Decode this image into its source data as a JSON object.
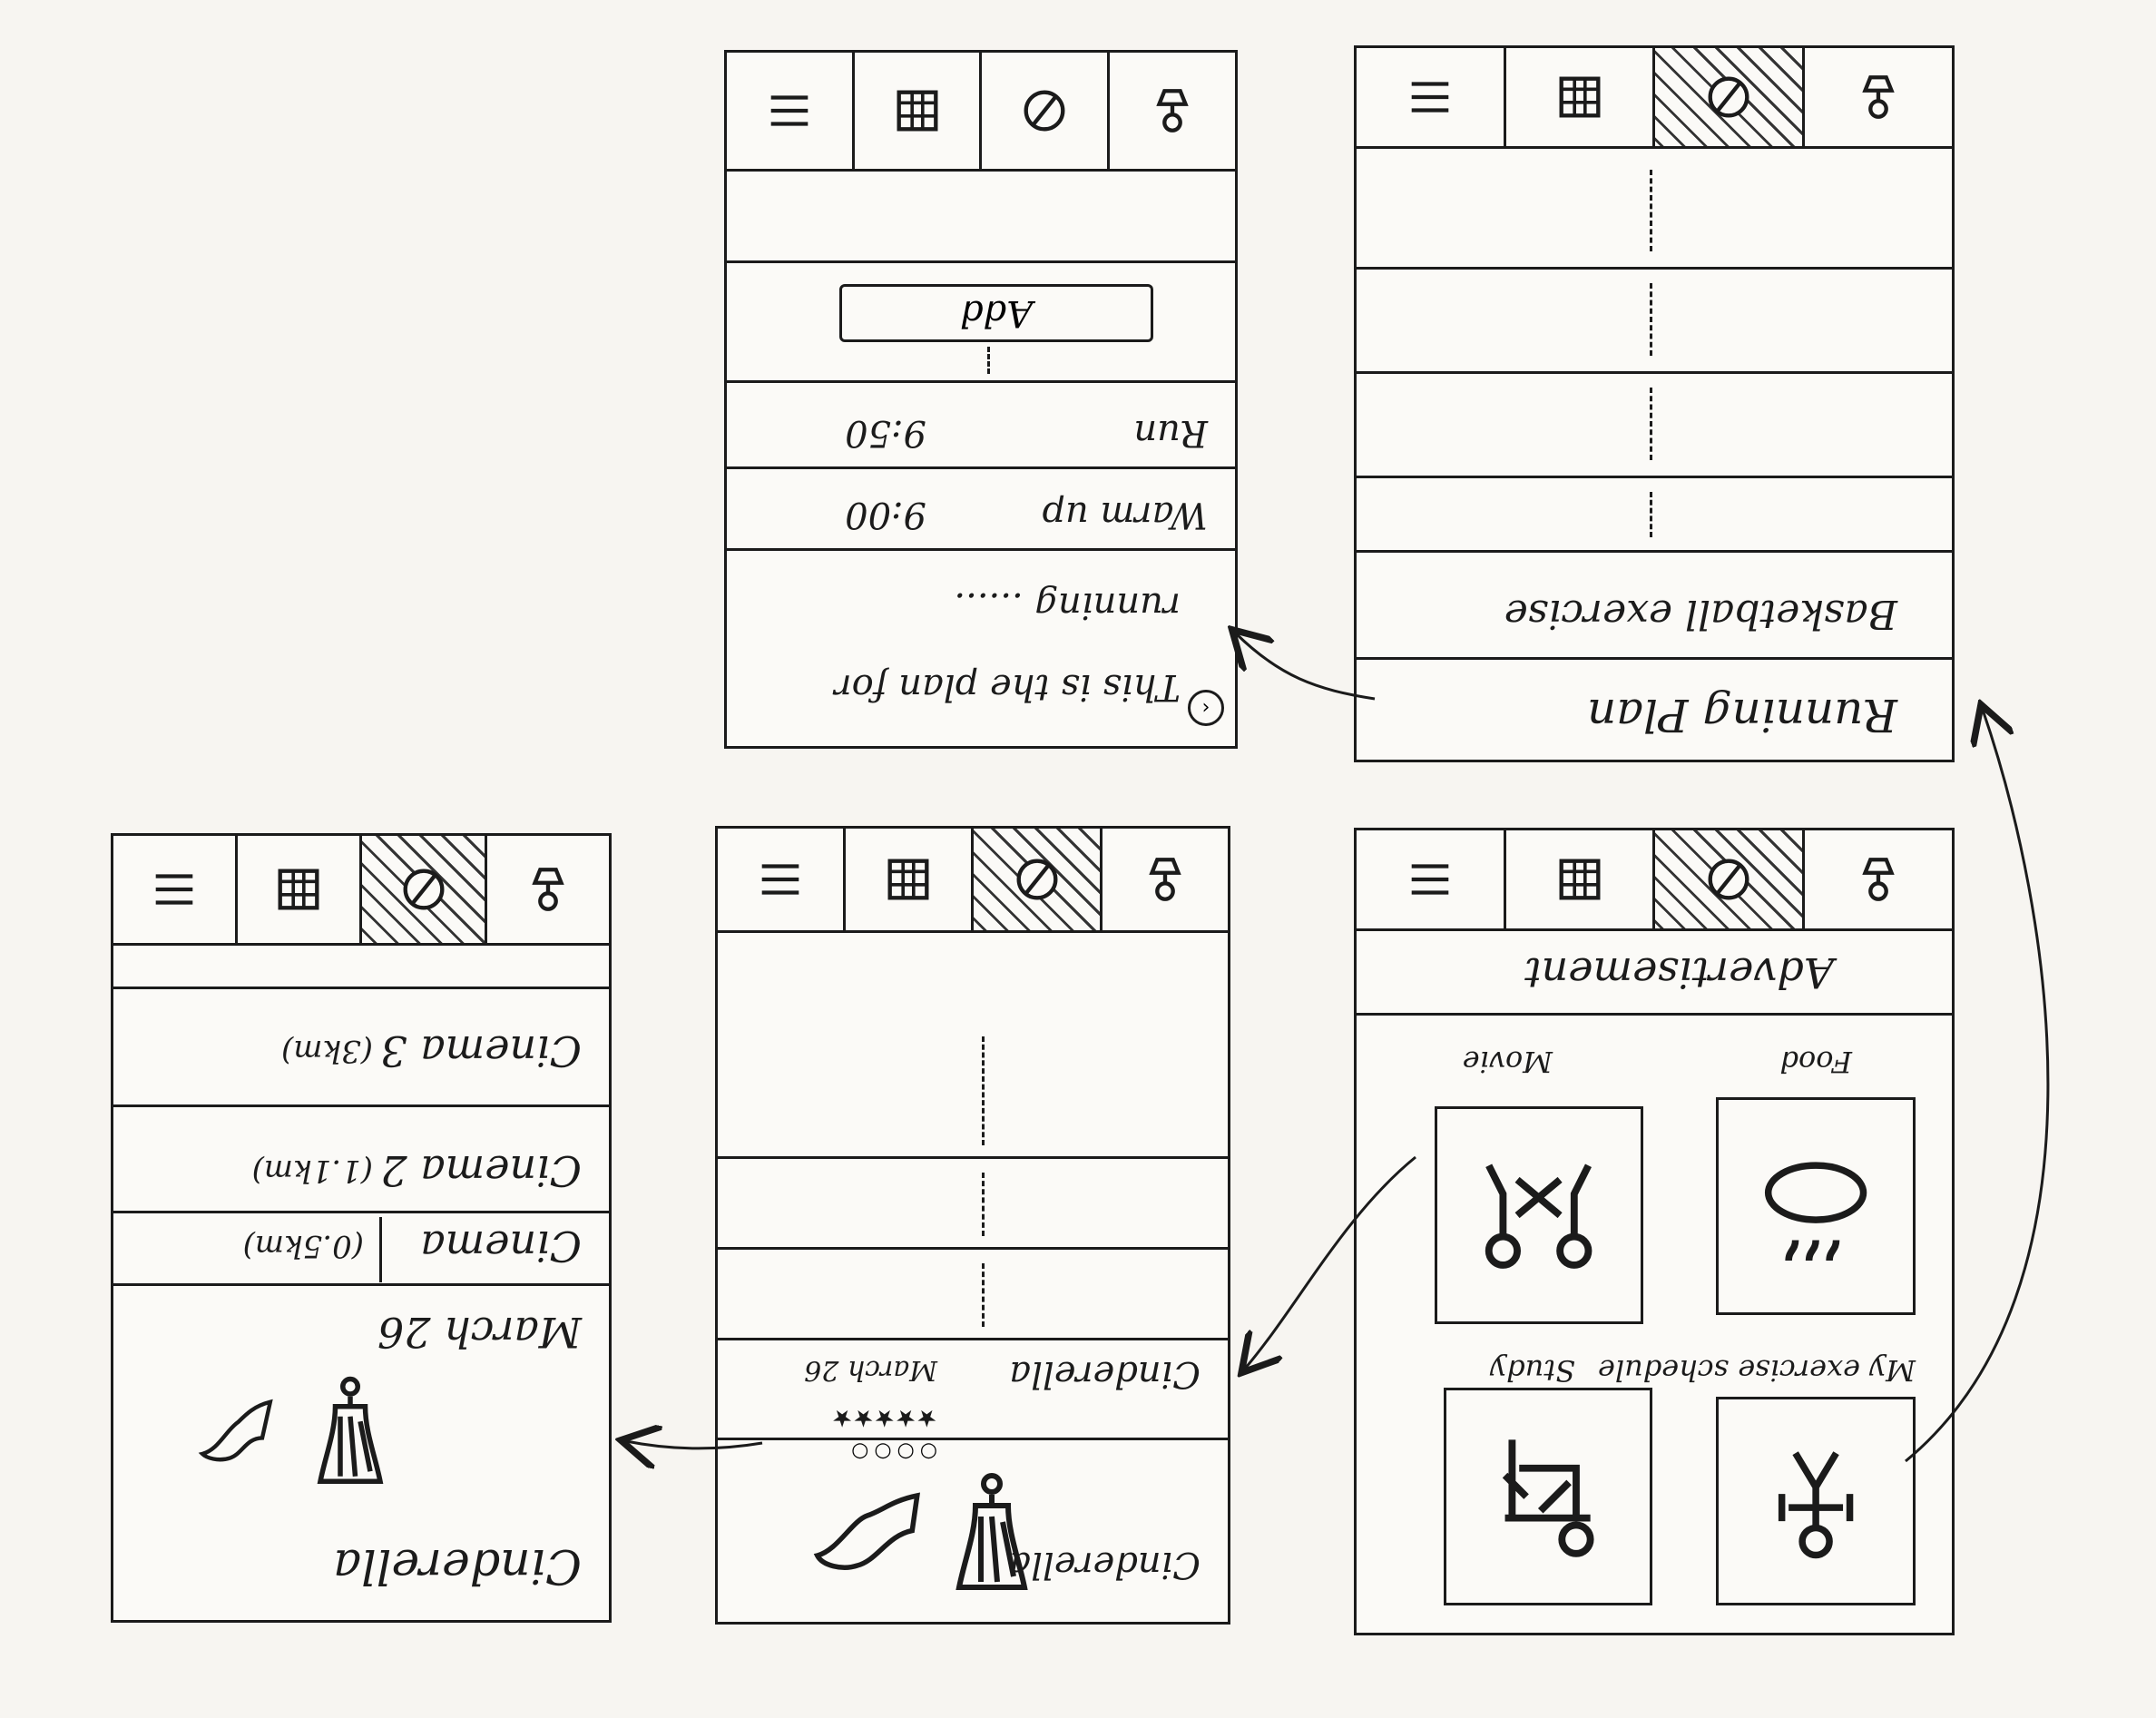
{
  "screens": {
    "plan_list": {
      "items": [
        "Running Plan",
        "Basketball exercise"
      ]
    },
    "plan_detail": {
      "description": "This is the plan for running ......",
      "rows": [
        {
          "name": "Warm up",
          "time": "9:00"
        },
        {
          "name": "Run",
          "time": "9:50"
        }
      ],
      "add_label": "Add"
    },
    "home": {
      "advertisement": "Advertisement",
      "tiles": [
        "My exercise schedule",
        "Study",
        "Food",
        "Movie"
      ]
    },
    "movie_list": {
      "title": "Cinderella",
      "rating": "★★★★★",
      "item": {
        "name": "Cinderella",
        "date": "March 26"
      }
    },
    "movie_detail": {
      "title": "Cinderella",
      "date": "March 26",
      "cinemas": [
        {
          "name": "Cinema",
          "distance": "(0.5km)"
        },
        {
          "name": "Cinema 2",
          "distance": "(1.1km)"
        },
        {
          "name": "Cinema 3",
          "distance": "(3km)"
        }
      ]
    }
  },
  "icons": [
    "menu-icon",
    "calendar-icon",
    "compass-icon",
    "user-icon"
  ]
}
